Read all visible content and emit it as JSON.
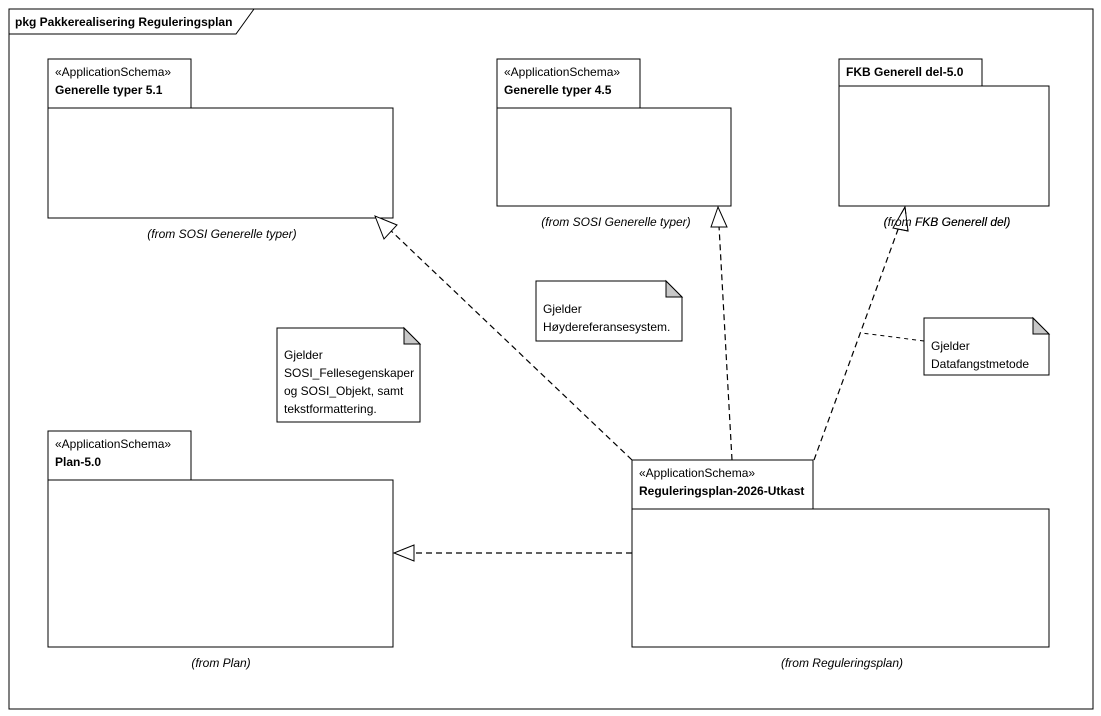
{
  "frame": {
    "title": "pkg Pakkerealisering Reguleringsplan"
  },
  "packages": [
    {
      "id": "generelle-typer-5-1",
      "stereotype": "«ApplicationSchema»",
      "name": "Generelle typer 5.1",
      "from": "(from SOSI Generelle typer)"
    },
    {
      "id": "generelle-typer-4-5",
      "stereotype": "«ApplicationSchema»",
      "name": "Generelle typer 4.5",
      "from": "(from SOSI Generelle typer)"
    },
    {
      "id": "fkb-generell-del",
      "stereotype": "",
      "name": "FKB Generell del-5.0",
      "from": "(from FKB Generell del)"
    },
    {
      "id": "plan-5-0",
      "stereotype": "«ApplicationSchema»",
      "name": "Plan-5.0",
      "from": "(from Plan)"
    },
    {
      "id": "reguleringsplan-2026",
      "stereotype": "«ApplicationSchema»",
      "name": "Reguleringsplan-2026-Utkast",
      "from": "(from Reguleringsplan)"
    }
  ],
  "notes": [
    {
      "id": "hoyde",
      "lines": [
        "Gjelder",
        "Høydereferansesystem."
      ]
    },
    {
      "id": "felles",
      "lines": [
        "Gjelder",
        "SOSI_Fellesegenskaper",
        "og SOSI_Objekt, samt",
        "tekstformattering."
      ]
    },
    {
      "id": "datafangst",
      "lines": [
        "Gjelder",
        "Datafangstmetode"
      ]
    }
  ],
  "relations": [
    {
      "from": "reguleringsplan-2026",
      "to": "generelle-typer-5-1",
      "type": "realization"
    },
    {
      "from": "reguleringsplan-2026",
      "to": "generelle-typer-4-5",
      "type": "realization"
    },
    {
      "from": "reguleringsplan-2026",
      "to": "fkb-generell-del",
      "type": "realization"
    },
    {
      "from": "reguleringsplan-2026",
      "to": "plan-5-0",
      "type": "realization"
    }
  ]
}
